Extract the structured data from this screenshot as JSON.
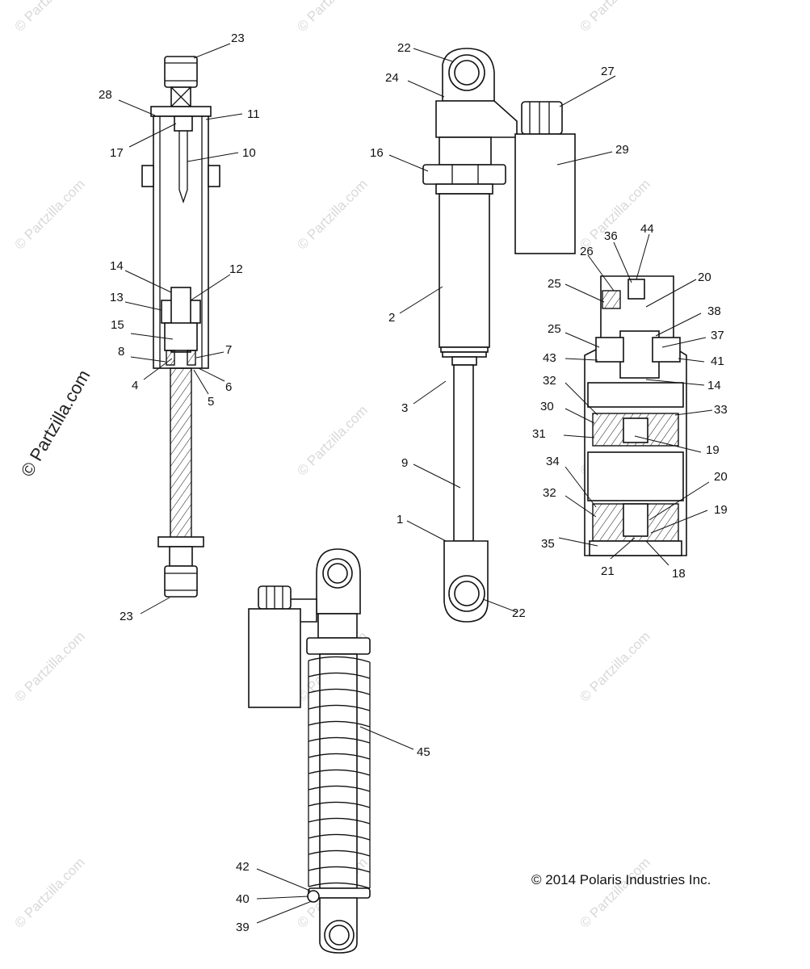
{
  "watermark_text": "© Partzilla.com",
  "watermark_main": "© Partzilla.com",
  "copyright": "© 2014 Polaris Industries Inc.",
  "callouts": [
    "23",
    "28",
    "11",
    "17",
    "10",
    "14",
    "12",
    "13",
    "15",
    "8",
    "7",
    "4",
    "5",
    "6",
    "23",
    "22",
    "24",
    "27",
    "16",
    "29",
    "2",
    "3",
    "9",
    "1",
    "22",
    "36",
    "44",
    "26",
    "25",
    "20",
    "38",
    "25",
    "37",
    "43",
    "41",
    "14",
    "32",
    "30",
    "33",
    "31",
    "19",
    "34",
    "20",
    "32",
    "19",
    "35",
    "21",
    "18",
    "45",
    "42",
    "40",
    "39"
  ]
}
